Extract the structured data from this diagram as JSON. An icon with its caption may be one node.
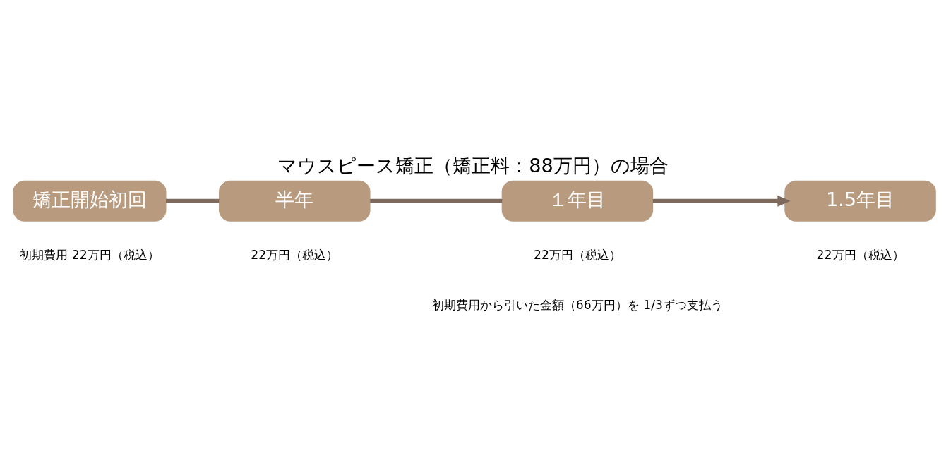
{
  "diagram": {
    "title": "マウスピース矯正（矯正料：88万円）の場合",
    "nodes": [
      {
        "text": [
          "矯正開始初回"
        ],
        "beside": [
          "初期費用 22万円（税込）"
        ]
      },
      {
        "text": [
          "半年"
        ],
        "beside": [
          "22万円（税込）"
        ]
      },
      {
        "text": [
          "１年目"
        ],
        "beside": [
          "22万円（税込）"
        ]
      },
      {
        "text": [
          "1.5年目"
        ],
        "beside": [
          "22万円（税込）"
        ]
      }
    ],
    "edges": [
      {
        "from": 0,
        "to": 1,
        "arrow": "none"
      },
      {
        "from": 1,
        "to": 2,
        "arrow": "none"
      },
      {
        "from": 2,
        "to": 3,
        "arrow": "to"
      }
    ],
    "labels": [
      "初期費用から引いた金額（66万円）を 1/3ずつ支払う"
    ]
  }
}
